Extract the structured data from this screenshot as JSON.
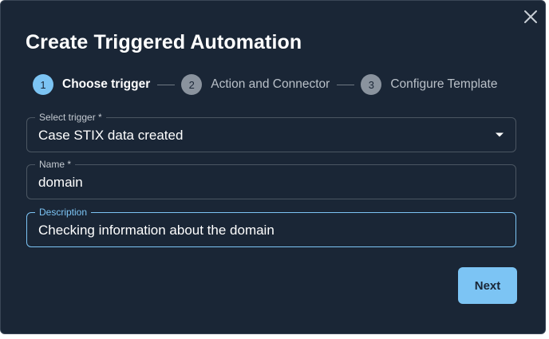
{
  "dialog": {
    "title": "Create Triggered Automation",
    "close_icon": "close-icon"
  },
  "stepper": {
    "steps": [
      {
        "number": "1",
        "label": "Choose trigger",
        "active": true
      },
      {
        "number": "2",
        "label": "Action and Connector",
        "active": false
      },
      {
        "number": "3",
        "label": "Configure Template",
        "active": false
      }
    ]
  },
  "form": {
    "trigger": {
      "label": "Select trigger *",
      "value": "Case STIX data created"
    },
    "name": {
      "label": "Name *",
      "value": "domain"
    },
    "description": {
      "label": "Description",
      "value": "Checking information about the domain"
    }
  },
  "actions": {
    "next_label": "Next"
  },
  "colors": {
    "background": "#1a2636",
    "accent": "#7cc4f4",
    "inactive_step": "#8a939e"
  }
}
